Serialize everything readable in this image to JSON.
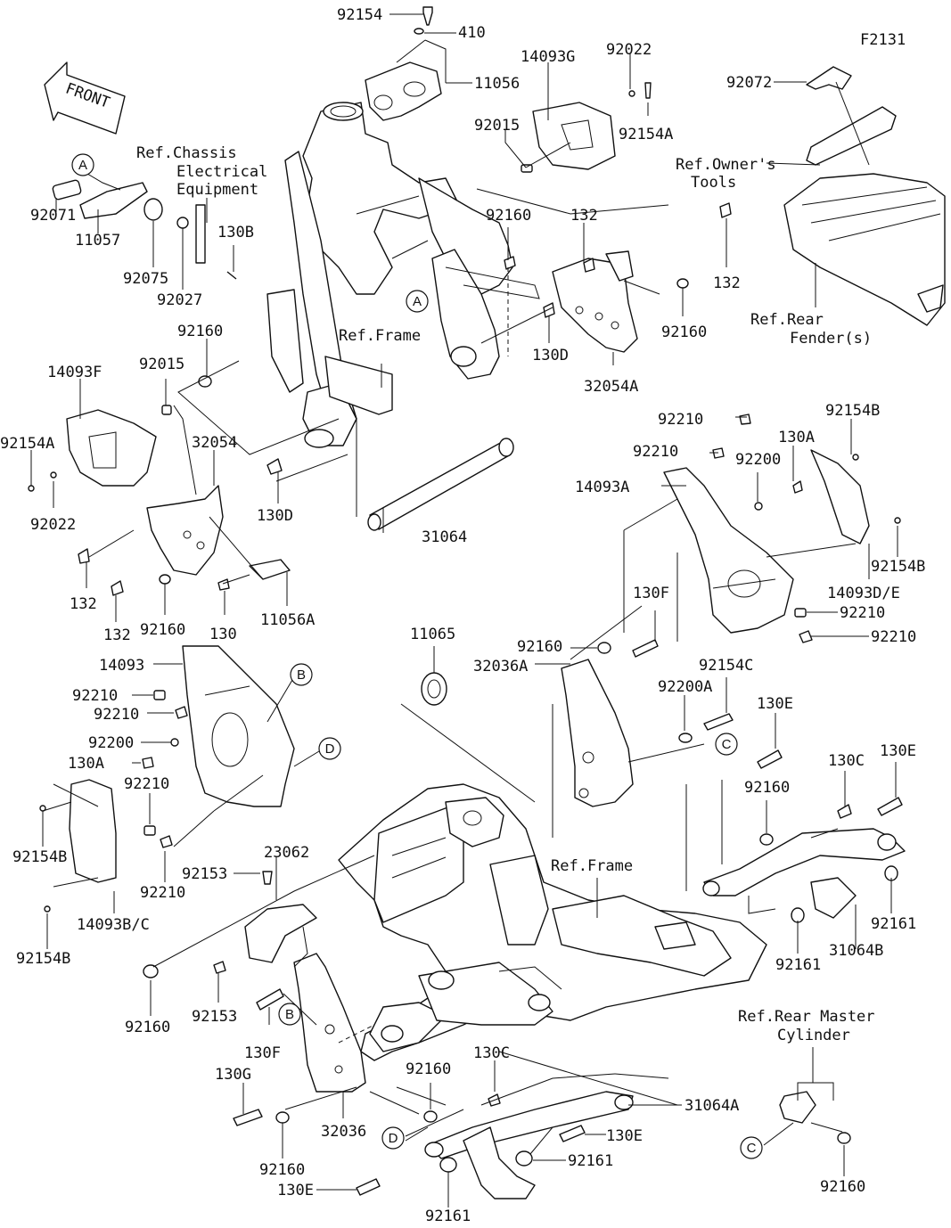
{
  "figure_id": "F2131",
  "front_arrow_text": "FRONT",
  "circle_markers": [
    "A",
    "B",
    "C",
    "D"
  ],
  "references": {
    "chassis_electrical": [
      "Ref.Chassis",
      "Electrical",
      "Equipment"
    ],
    "frame_upper": "Ref.Frame",
    "frame_lower": "Ref.Frame",
    "owners_tools": [
      "Ref.Owner's",
      "Tools"
    ],
    "rear_fender": [
      "Ref.Rear",
      "Fender(s)"
    ],
    "rear_master_cylinder": [
      "Ref.Rear Master",
      "Cylinder"
    ]
  },
  "labels": {
    "p92154_top": "92154",
    "p410": "410",
    "p11056": "11056",
    "p14093G": "14093G",
    "p92022_top": "92022",
    "p92154A_top": "92154A",
    "p92015_top": "92015",
    "p92072": "92072",
    "p92071": "92071",
    "p11057": "11057",
    "p92075": "92075",
    "p92027": "92027",
    "p130B": "130B",
    "p92160_a": "92160",
    "p132_a": "132",
    "p132_b": "132",
    "p92160_b": "92160",
    "p130D_a": "130D",
    "p32054A": "32054A",
    "p92160_c": "92160",
    "p92015_b": "92015",
    "p14093F": "14093F",
    "p92154A_left": "92154A",
    "p92022_left": "92022",
    "p32054": "32054",
    "p130D_b": "130D",
    "p31064": "31064",
    "p132_c": "132",
    "p132_d": "132",
    "p92160_d": "92160",
    "p130": "130",
    "p11056A": "11056A",
    "p92210_a": "92210",
    "p92154B_a": "92154B",
    "p92210_b": "92210",
    "p130A_a": "130A",
    "p92200_a": "92200",
    "p14093A": "14093A",
    "p92154B_b": "92154B",
    "p14093DE": "14093D/E",
    "p92210_c": "92210",
    "p92210_d": "92210",
    "p130F_a": "130F",
    "p11065": "11065",
    "p92160_e": "92160",
    "p32036A": "32036A",
    "p92154C": "92154C",
    "p92200A": "92200A",
    "p130E_a": "130E",
    "p130C_a": "130C",
    "p130E_b": "130E",
    "p14093": "14093",
    "p92210_e": "92210",
    "p92210_f": "92210",
    "p92200_b": "92200",
    "p130A_b": "130A",
    "p92210_g": "92210",
    "p92154B_c": "92154B",
    "p92210_h": "92210",
    "p14093BC": "14093B/C",
    "p92154B_d": "92154B",
    "p92153_a": "92153",
    "p23062": "23062",
    "p92160_f": "92160",
    "p92161_a": "92161",
    "p31064B": "31064B",
    "p92161_b": "92161",
    "p92160_g": "92160",
    "p92153_b": "92153",
    "p130F_b": "130F",
    "p130G": "130G",
    "p32036": "32036",
    "p92160_h": "92160",
    "p92160_i": "92160",
    "p130C_b": "130C",
    "p31064A": "31064A",
    "p130E_c": "130E",
    "p92161_c": "92161",
    "p130E_d": "130E",
    "p92161_d": "92161",
    "p92160_j": "92160"
  }
}
